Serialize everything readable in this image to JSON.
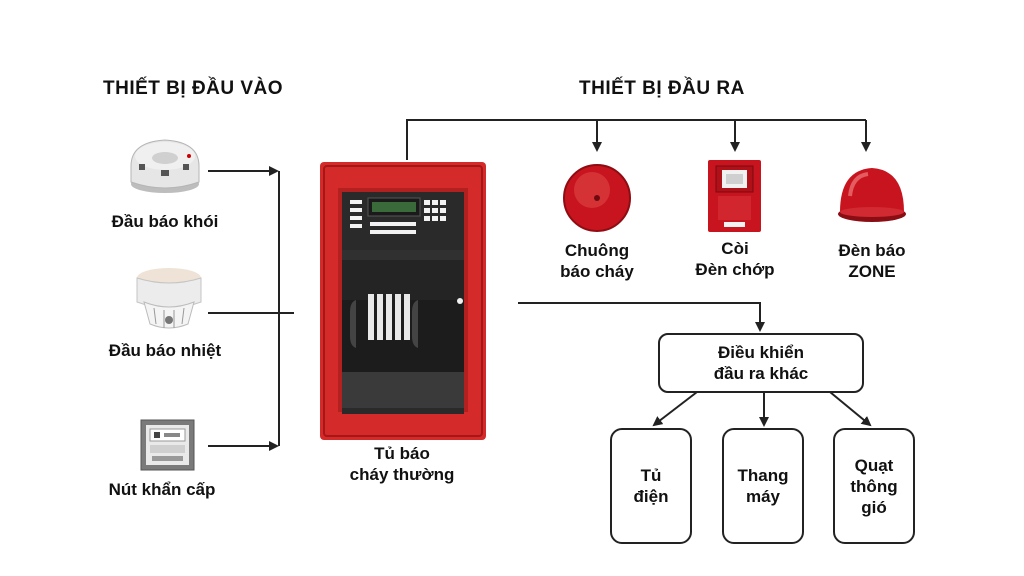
{
  "inputs": {
    "heading": "THIẾT BỊ ĐẦU VÀO",
    "items": [
      {
        "icon": "smoke-detector-icon",
        "label": "Đầu báo khói"
      },
      {
        "icon": "heat-detector-icon",
        "label": "Đầu báo nhiệt"
      },
      {
        "icon": "emergency-button-icon",
        "label": "Nút khẩn cấp"
      }
    ]
  },
  "panel": {
    "icon": "fire-alarm-panel-icon",
    "label_line1": "Tủ báo",
    "label_line2": "cháy thường"
  },
  "outputs": {
    "heading": "THIẾT BỊ ĐẦU RA",
    "items": [
      {
        "icon": "fire-bell-icon",
        "label_line1": "Chuông",
        "label_line2": "báo cháy"
      },
      {
        "icon": "horn-strobe-icon",
        "label_line1": "Còi",
        "label_line2": "Đèn chớp"
      },
      {
        "icon": "zone-lamp-icon",
        "label_line1": "Đèn báo",
        "label_line2": "ZONE"
      }
    ]
  },
  "other_outputs": {
    "label_line1": "Điều khiển",
    "label_line2": "đầu ra khác",
    "items": [
      {
        "line1": "Tủ",
        "line2": "điện",
        "line3": ""
      },
      {
        "line1": "Thang",
        "line2": "máy",
        "line3": ""
      },
      {
        "line1": "Quạt",
        "line2": "thông",
        "line3": "gió"
      }
    ]
  },
  "colors": {
    "panel_red": "#d42a2a",
    "device_red": "#c8141e",
    "line": "#222222"
  }
}
